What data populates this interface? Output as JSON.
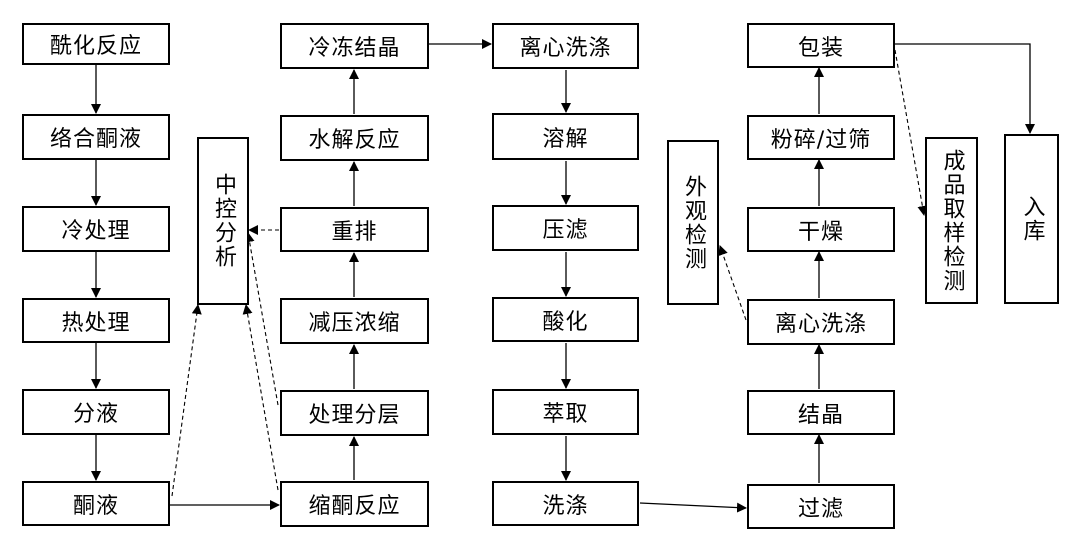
{
  "diagram": {
    "col1": [
      "酰化反应",
      "络合酮液",
      "冷处理",
      "热处理",
      "分液",
      "酮液"
    ],
    "col2": [
      "冷冻结晶",
      "水解反应",
      "重排",
      "减压浓缩",
      "处理分层",
      "缩酮反应"
    ],
    "col3": [
      "离心洗涤",
      "溶解",
      "压滤",
      "酸化",
      "萃取",
      "洗涤"
    ],
    "col4": [
      "包装",
      "粉碎/过筛",
      "干燥",
      "离心洗涤",
      "结晶",
      "过滤"
    ],
    "side_boxes": {
      "midcontrol": "中控分析",
      "appearance": "外观检测",
      "sampling": "成品取样检测",
      "storage": "入库"
    }
  }
}
